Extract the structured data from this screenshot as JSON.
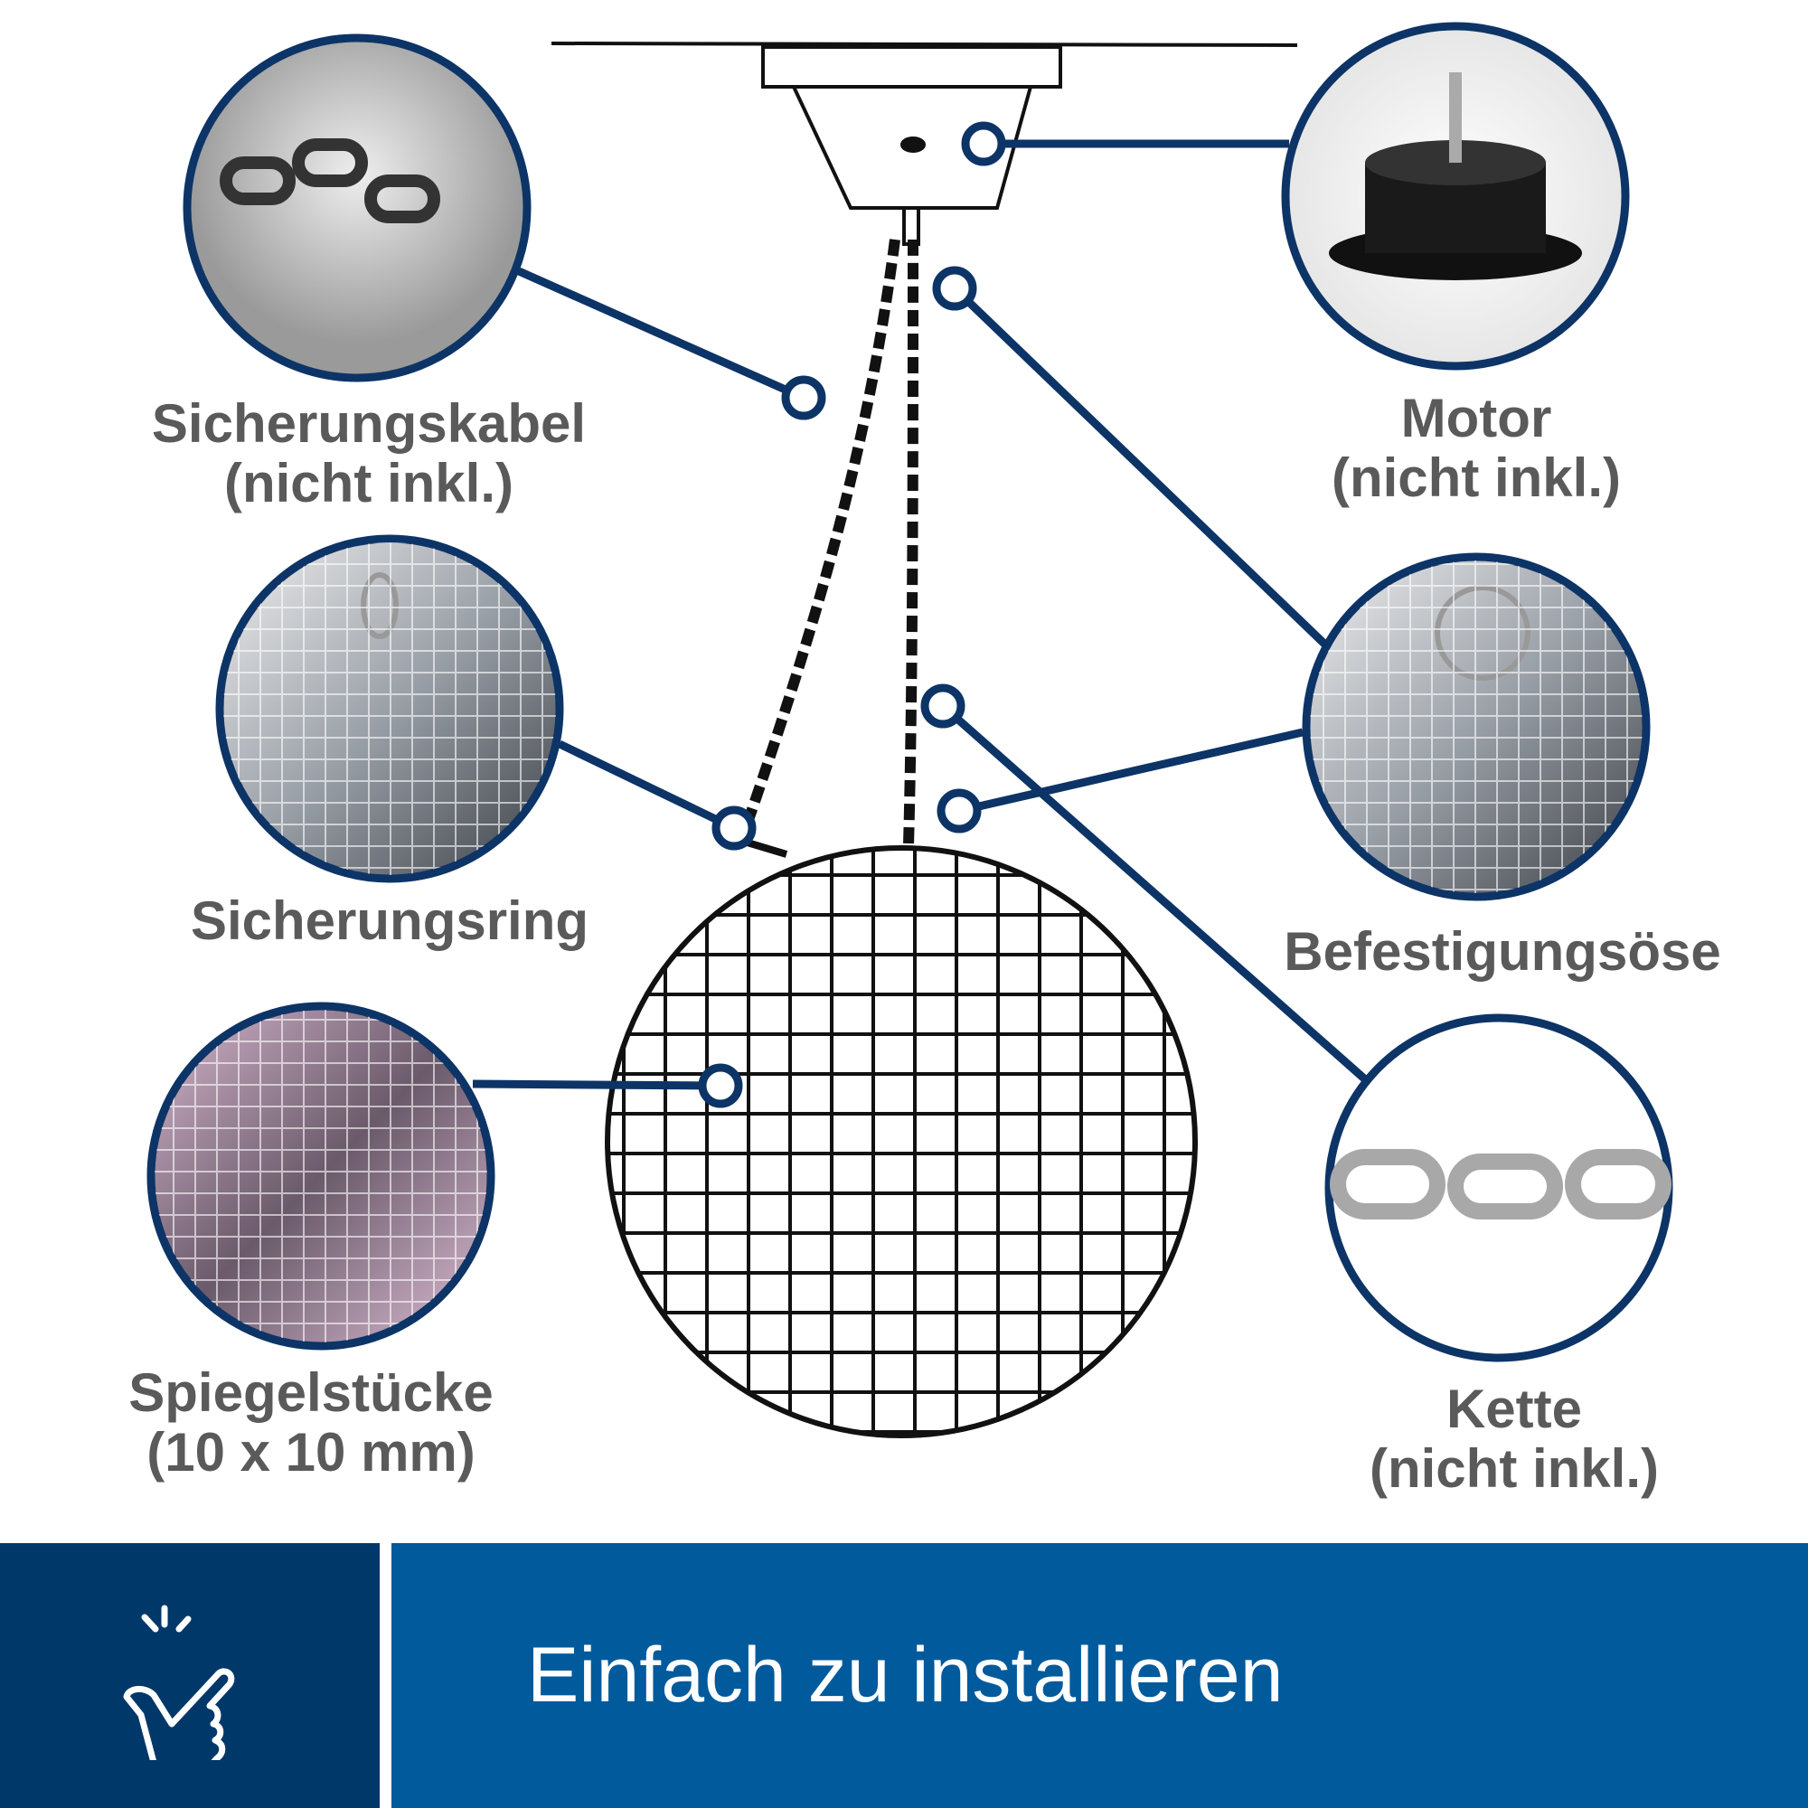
{
  "labels": {
    "safety_cable": [
      "Sicherungskabel",
      "(nicht inkl.)"
    ],
    "motor": [
      "Motor",
      "(nicht inkl.)"
    ],
    "safety_ring": [
      "Sicherungsring"
    ],
    "mounting_eye": [
      "Befestigungsöse"
    ],
    "mirror_pieces": [
      "Spiegelstücke",
      "(10 x 10 mm)"
    ],
    "chain": [
      "Kette",
      "(nicht inkl.)"
    ]
  },
  "banner": {
    "text": "Einfach zu installieren",
    "icon": "finger-snap-icon"
  },
  "colors": {
    "navy": "#0d3466",
    "banner_dark": "#003869",
    "banner_light": "#005a9c",
    "label": "#5a5a5a"
  }
}
